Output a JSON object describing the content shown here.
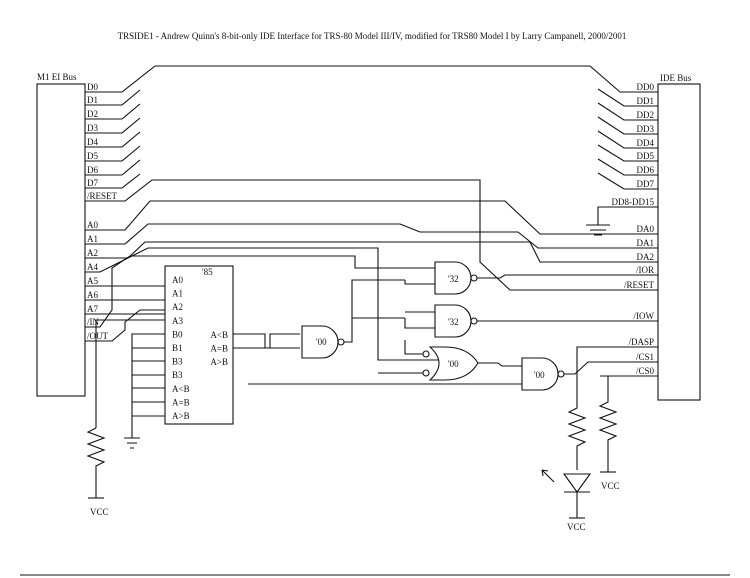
{
  "title": "TRSIDE1 - Andrew Quinn's 8-bit-only IDE Interface for TRS-80 Model III/IV, modified for TRS80 Model I by Larry Campanell, 2000/2001",
  "left_bus": {
    "label": "M1 EI Bus",
    "pins": [
      "D0",
      "D1",
      "D2",
      "D3",
      "D4",
      "D5",
      "D6",
      "D7",
      "/RESET",
      "A0",
      "A1",
      "A2",
      "A4",
      "A5",
      "A6",
      "A7",
      "/IN",
      "/OUT"
    ]
  },
  "right_bus": {
    "label": "IDE Bus",
    "pins": [
      "DD0",
      "DD1",
      "DD2",
      "DD3",
      "DD4",
      "DD5",
      "DD6",
      "DD7",
      "DD8-DD15",
      "DA0",
      "DA1",
      "DA2",
      "/IOR",
      "/RESET",
      "/IOW",
      "/DASP",
      "/CS1",
      "/CS0"
    ]
  },
  "comparator": {
    "part": "'85",
    "left_pins": [
      "A0",
      "A1",
      "A2",
      "A3",
      "B0",
      "B1",
      "B3",
      "B3",
      "A<B",
      "A=B",
      "A>B"
    ],
    "right_pins": [
      "A<B",
      "A=B",
      "A>B"
    ]
  },
  "gates": [
    "'32",
    "'32",
    "'00",
    "'00",
    "'00"
  ],
  "supply": [
    "VCC",
    "VCC",
    "VCC"
  ]
}
